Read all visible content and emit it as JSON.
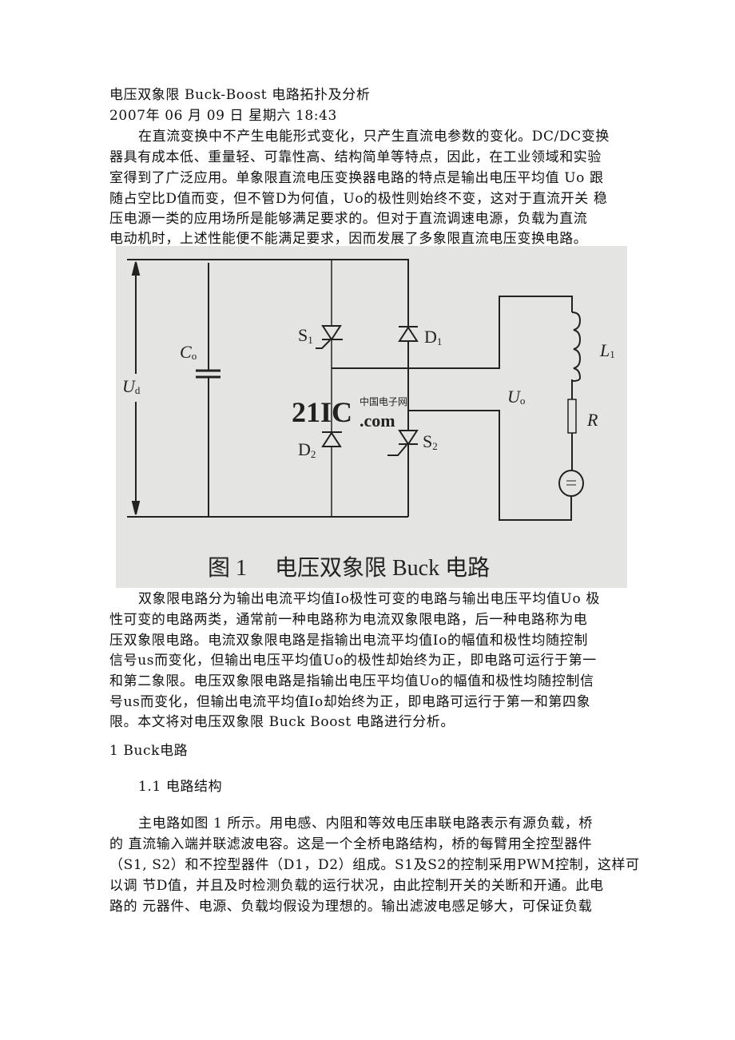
{
  "title": "电压双象限 Buck-Boost 电路拓扑及分析",
  "date": "2007年 06 月 09 日 星期六 18:43",
  "para1": [
    "在直流变换中不产生电能形式变化，只产生直流电参数的变化。DC/DC变换",
    "器具有成本低、重量轻、可靠性高、结构简单等特点，因此，在工业领域和实验",
    "室得到了广泛应用。单象限直流电压变换器电路的特点是输出电压平均值 Uo 跟",
    "随占空比D值而变，但不管D为何值，Uo的极性则始终不变，这对于直流开关 稳",
    "压电源一类的应用场所是能够满足要求的。但对于直流调速电源，负载为直流",
    "电动机时，上述性能便不能满足要求，因而发展了多象限直流电压变换电路。"
  ],
  "figure": {
    "labels": {
      "Ud": "Ud",
      "Co": "Co",
      "S1": "S1",
      "D1": "D1",
      "S2": "S2",
      "D2": "D2",
      "L1": "L1",
      "R": "R",
      "Uo": "Uo"
    },
    "watermark": "21IC.com",
    "watermark_cn": "中国电子网",
    "caption": "图 1　 电压双象限 Buck 电路"
  },
  "para2": [
    "双象限电路分为输出电流平均值Io极性可变的电路与输出电压平均值Uo 极",
    "性可变的电路两类，通常前一种电路称为电流双象限电路，后一种电路称为电",
    "压双象限电路。电流双象限电路是指输出电流平均值Io的幅值和极性均随控制",
    "信号us而变化，但输出电压平均值Uo的极性却始终为正，即电路可运行于第一",
    "和第二象限。电压双象限电路是指输出电压平均值Uo的幅值和极性均随控制信",
    "号us而变化，但输出电流平均值Io却始终为正，即电路可运行于第一和第四象",
    "限。本文将对电压双象限 Buck Boost 电路进行分析。"
  ],
  "heading1": "1 Buck电路",
  "heading2": "1.1  电路结构",
  "para3": [
    "主电路如图 1 所示。用电感、内阻和等效电压串联电路表示有源负载，桥",
    "的 直流输入端并联滤波电容。这是一个全桥电路结构，桥的每臂用全控型器件",
    "（S1, S2）和不控型器件（D1，D2）组成。S1及S2的控制采用PWM控制，这样可",
    "以调 节D值，并且及时检测负载的运行状况，由此控制开关的关断和开通。此电",
    "路的 元器件、电源、负载均假设为理想的。输出滤波电感足够大，可保证负载"
  ]
}
